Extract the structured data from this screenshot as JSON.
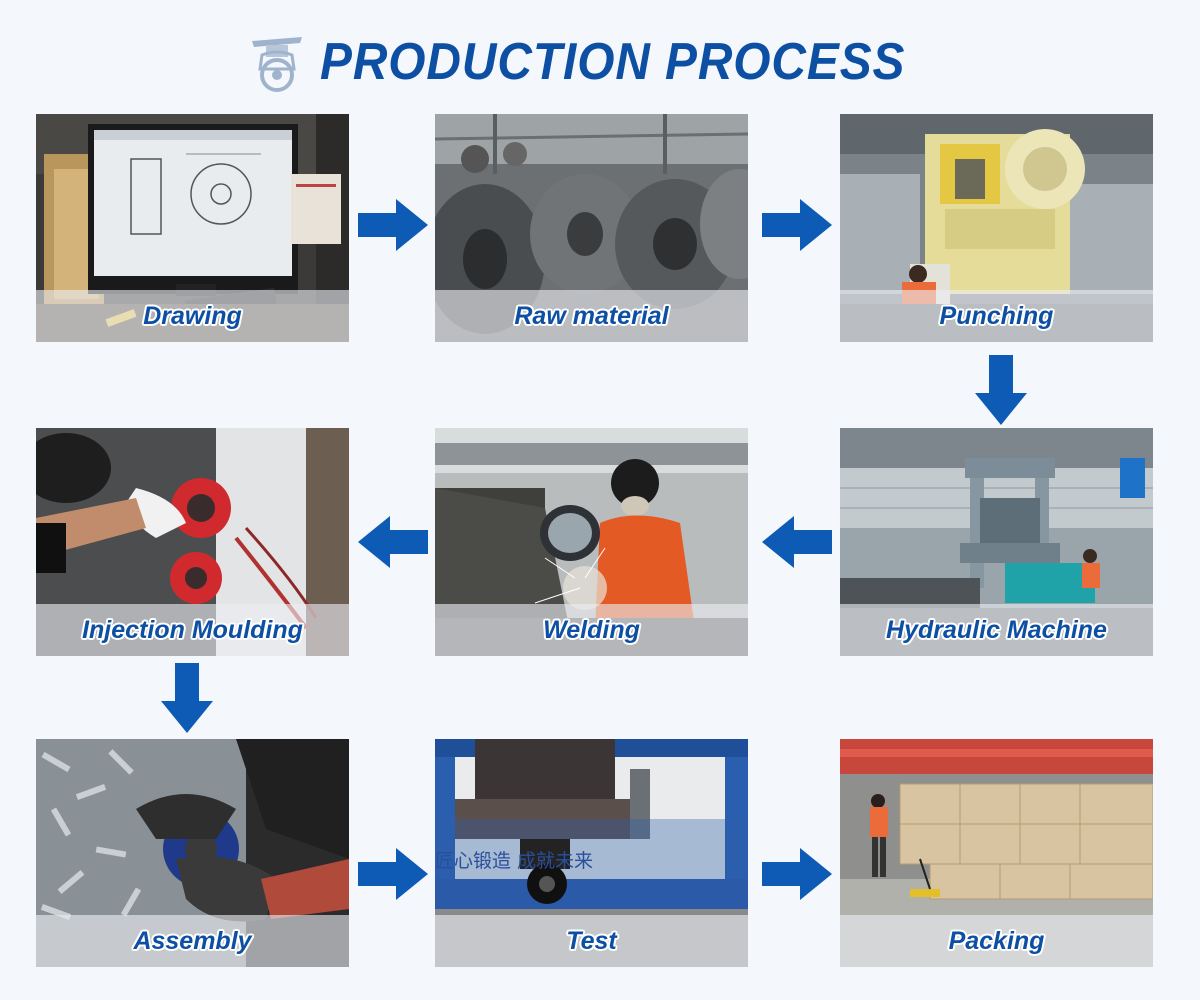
{
  "header": {
    "title": "PRODUCTION PROCESS",
    "logo_icon": "caster-wheel-icon"
  },
  "colors": {
    "title": "#0d4fa3",
    "arrow": "#0e5bb5",
    "label": "#0d4fa3",
    "background": "#f4f7fb"
  },
  "steps": [
    {
      "label": "Drawing"
    },
    {
      "label": "Raw material"
    },
    {
      "label": "Punching"
    },
    {
      "label": "Hydraulic Machine"
    },
    {
      "label": "Welding"
    },
    {
      "label": "Injection Moulding"
    },
    {
      "label": "Assembly"
    },
    {
      "label": "Test"
    },
    {
      "label": "Packing"
    }
  ],
  "test_scene": {
    "banner_text": "匠心锻造 成就未来"
  },
  "arrows": [
    {
      "direction": "right"
    },
    {
      "direction": "right"
    },
    {
      "direction": "down"
    },
    {
      "direction": "left"
    },
    {
      "direction": "left"
    },
    {
      "direction": "down"
    },
    {
      "direction": "right"
    },
    {
      "direction": "right"
    }
  ]
}
